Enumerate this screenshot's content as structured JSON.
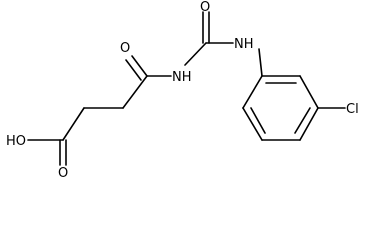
{
  "molecule": {
    "atoms": {
      "oxygen_ketone": "O",
      "nh_imide": "NH",
      "oxygen_urea": "O",
      "nh_aniline": "NH",
      "chlorine": "Cl",
      "oxygen_acid": "O",
      "hydroxyl": "HO"
    }
  },
  "colors": {
    "bond": "#000000",
    "label": "#000000",
    "background": "#ffffff"
  }
}
